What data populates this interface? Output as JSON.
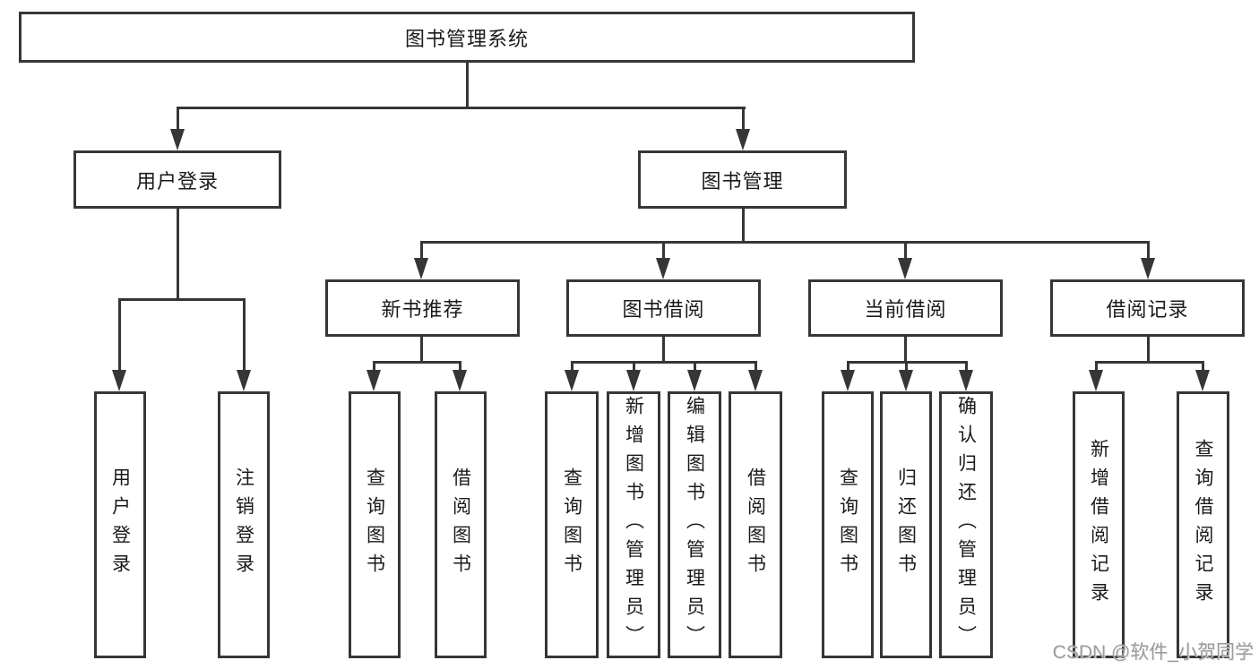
{
  "title": "图书管理系统",
  "branches": {
    "user": {
      "label": "用户登录",
      "leaves": [
        "用户登录",
        "注销登录"
      ]
    },
    "book": {
      "label": "图书管理",
      "groups": [
        {
          "label": "新书推荐",
          "leaves": [
            "查询图书",
            "借阅图书"
          ]
        },
        {
          "label": "图书借阅",
          "leaves": [
            "查询图书",
            "新增图书（管理员）",
            "编辑图书（管理员）",
            "借阅图书"
          ]
        },
        {
          "label": "当前借阅",
          "leaves": [
            "查询图书",
            "归还图书",
            "确认归还（管理员）"
          ]
        },
        {
          "label": "借阅记录",
          "leaves": [
            "新增借阅记录",
            "查询借阅记录"
          ]
        }
      ]
    }
  },
  "watermark": "CSDN @软件_小贺同学",
  "colors": {
    "line": "#363636",
    "text": "#1a1a1a",
    "watermark": "#9b9b9b",
    "background": "#ffffff"
  }
}
